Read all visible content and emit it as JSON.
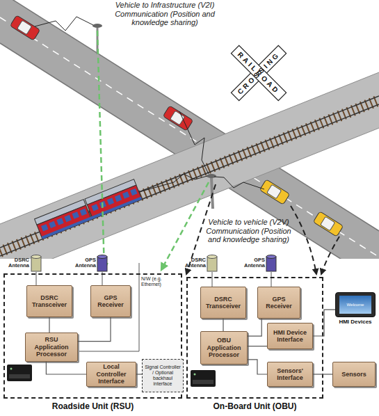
{
  "diagram": {
    "nodes": [
      {
        "text": [
          "Roadside Unit (RSU)"
        ]
      },
      {
        "text": [
          "DSRC Transceiver"
        ],
        "in": 0
      },
      {
        "text": [
          "GPS Receiver"
        ],
        "in": 0
      },
      {
        "text": [
          "RSU Application Processor"
        ],
        "in": 0
      },
      {
        "text": [
          "Local Controller Interface"
        ],
        "in": 0
      },
      {
        "text": [
          "Signal Controller / Optional backhaul interface"
        ]
      },
      {
        "text": [
          "On-Board Unit (OBU)"
        ]
      },
      {
        "text": [
          "DSRC Transceiver"
        ],
        "in": 6
      },
      {
        "text": [
          "GPS Receiver"
        ],
        "in": 6
      },
      {
        "text": [
          "HMI Device Interface"
        ],
        "in": 6
      },
      {
        "text": [
          "OBU Application Processor"
        ],
        "in": 6
      },
      {
        "text": [
          "Sensors' Interface"
        ],
        "in": 6
      },
      {
        "text": [
          "Sensors"
        ]
      },
      {
        "text": [
          "Welcome",
          "HMI Devices"
        ]
      }
    ],
    "edges": [
      {
        "from": 1,
        "to": 3,
        "arrow": "none"
      },
      {
        "from": 2,
        "to": 3,
        "arrow": "none"
      },
      {
        "from": 3,
        "to": 4,
        "arrow": "none"
      },
      {
        "from": 4,
        "to": 5,
        "arrow": "none"
      },
      {
        "from": 7,
        "to": 10,
        "arrow": "none"
      },
      {
        "from": 8,
        "to": 10,
        "arrow": "none"
      },
      {
        "from": 10,
        "to": 9,
        "arrow": "none"
      },
      {
        "from": 10,
        "to": 11,
        "arrow": "none"
      },
      {
        "from": 11,
        "to": 12,
        "arrow": "none"
      },
      {
        "from": 9,
        "to": 13,
        "arrow": "none"
      }
    ],
    "labels": [
      "Vehicle to Infrastructure (V2I) Communication (Position and knowledge sharing)",
      "RAILROAD",
      "CROSSING",
      "Vehicle to vehicle (V2V) Communication (Position and knowledge sharing)",
      "DSRC Antenna",
      "GPS Antenna",
      "N/W (e.g. Ethernet)",
      "DSRC Antenna",
      "GPS Antenna"
    ]
  }
}
